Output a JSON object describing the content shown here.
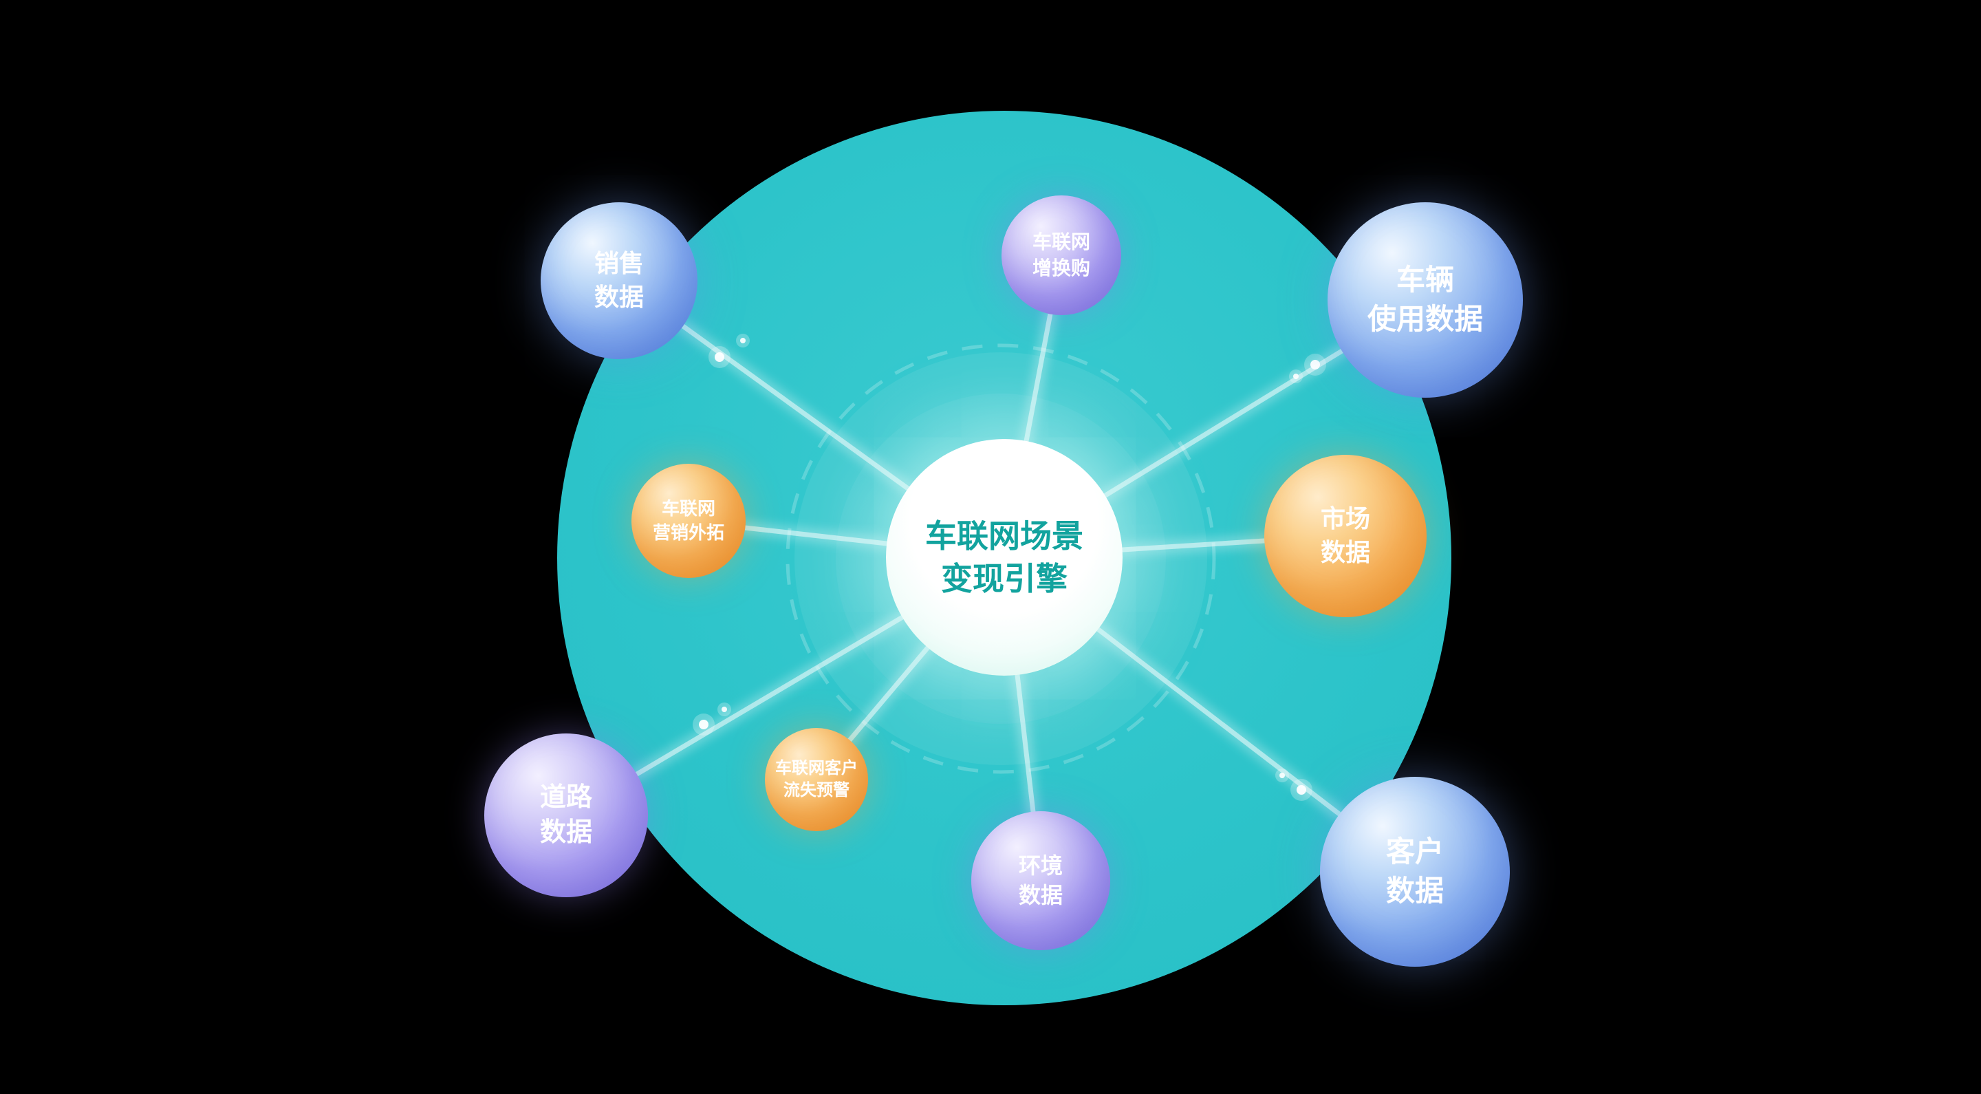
{
  "diagram": {
    "center": {
      "id": "iov-scenario-monetization-engine",
      "lines": [
        "车联网场景",
        "变现引擎"
      ]
    },
    "satellites": [
      {
        "id": "sales-data",
        "lines": [
          "销售",
          "数据"
        ],
        "color": "blue"
      },
      {
        "id": "iov-trade-in-upgrade",
        "lines": [
          "车联网",
          "增换购"
        ],
        "color": "purple"
      },
      {
        "id": "vehicle-usage-data",
        "lines": [
          "车辆",
          "使用数据"
        ],
        "color": "blue"
      },
      {
        "id": "iov-marketing-expansion",
        "lines": [
          "车联网",
          "营销外拓"
        ],
        "color": "orange"
      },
      {
        "id": "market-data",
        "lines": [
          "市场",
          "数据"
        ],
        "color": "orange"
      },
      {
        "id": "road-data",
        "lines": [
          "道路",
          "数据"
        ],
        "color": "purple"
      },
      {
        "id": "iov-customer-churn-alert",
        "lines": [
          "车联网客户",
          "流失预警"
        ],
        "color": "orange"
      },
      {
        "id": "environment-data",
        "lines": [
          "环境",
          "数据"
        ],
        "color": "purple"
      },
      {
        "id": "customer-data",
        "lines": [
          "客户",
          "数据"
        ],
        "color": "blue"
      }
    ],
    "palette": {
      "background": "#000000",
      "main_circle_teal": "#2dc4ca",
      "sphere_blue": "#6e9ae8",
      "sphere_purple": "#8f84e8",
      "sphere_orange": "#f2a14c",
      "hub_fill": "#ffffff",
      "hub_text_teal": "#12a39e",
      "beam_white": "#ffffff"
    }
  }
}
